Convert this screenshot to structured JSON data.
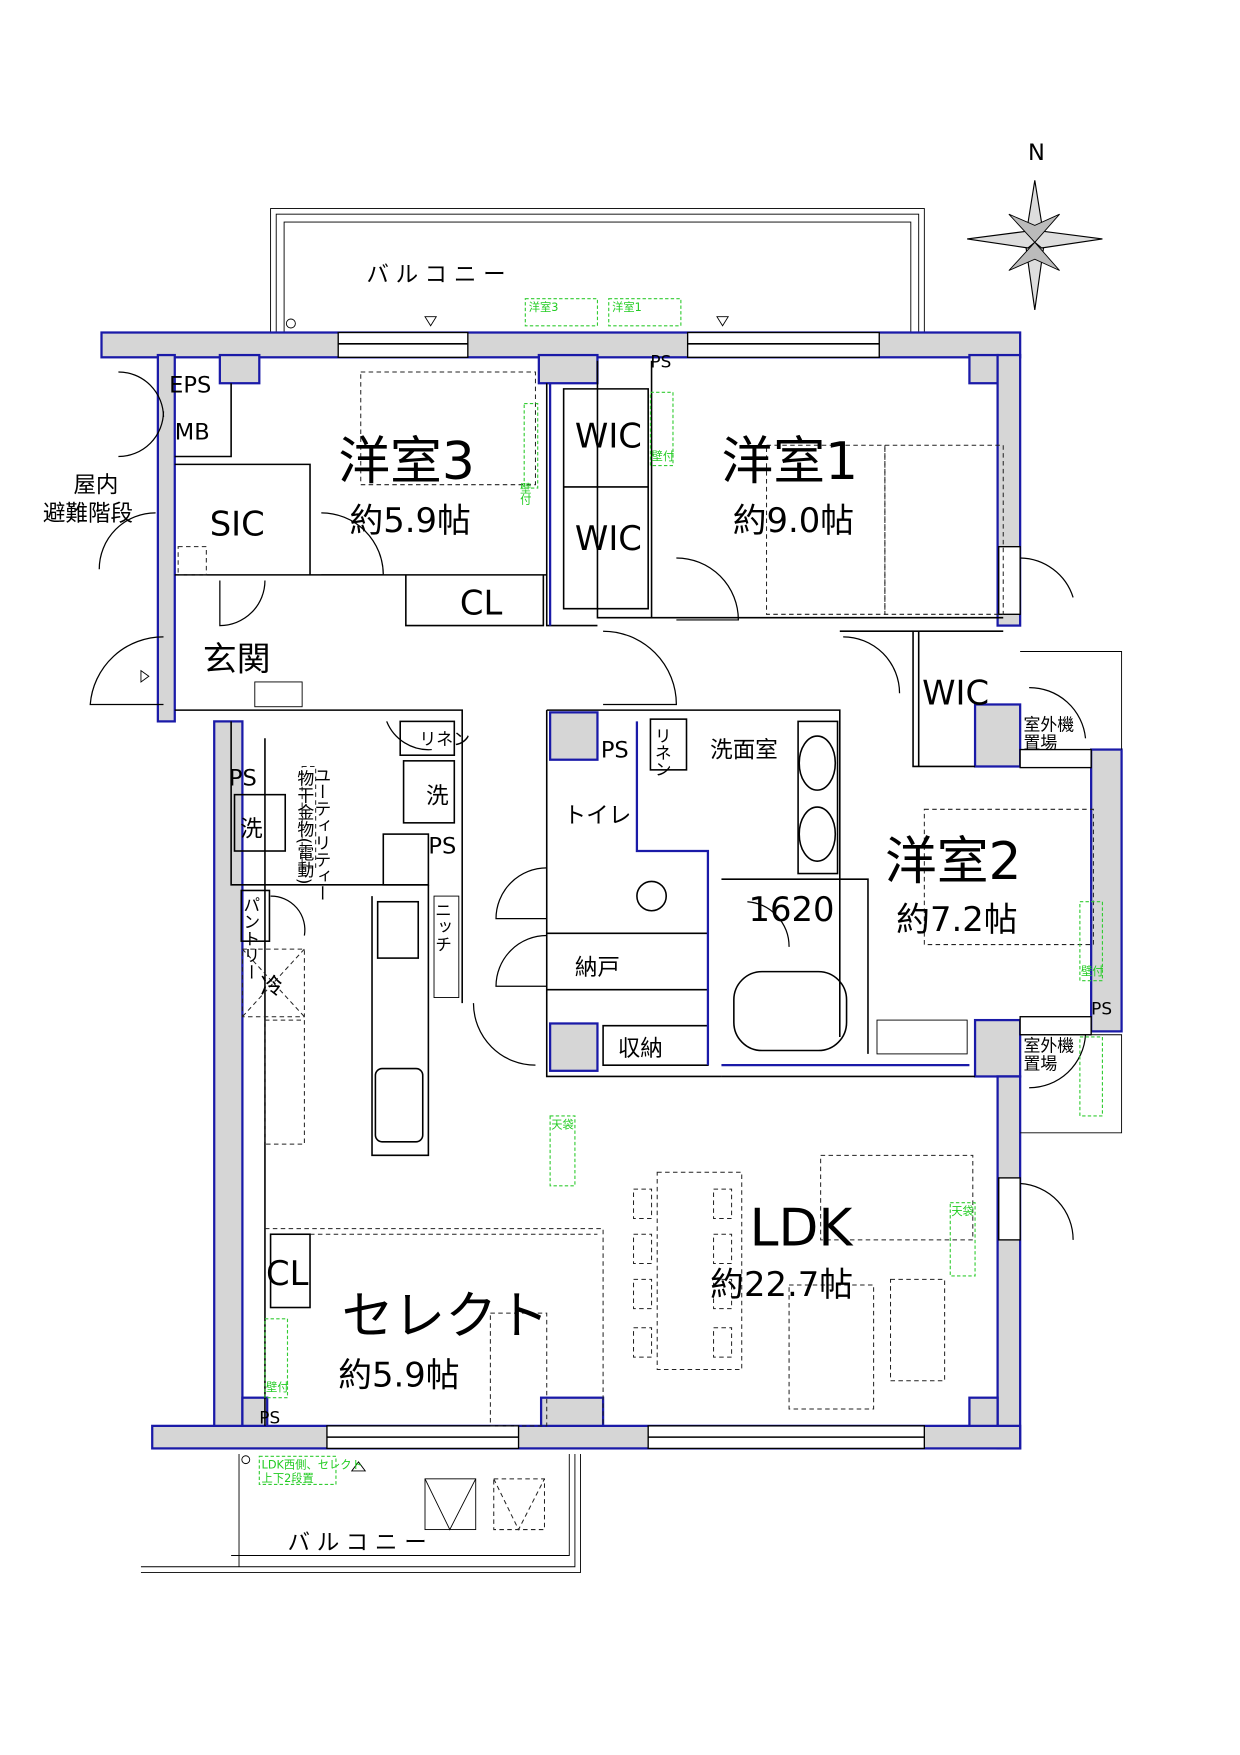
{
  "compass": {
    "north_label": "N"
  },
  "balconies": {
    "north": "バルコニー",
    "south": "バルコニー"
  },
  "rooms": {
    "western3": {
      "name": "洋室3",
      "size": "約5.9帖"
    },
    "western1": {
      "name": "洋室1",
      "size": "約9.0帖"
    },
    "western2": {
      "name": "洋室2",
      "size": "約7.2帖"
    },
    "ldk": {
      "name": "LDK",
      "size": "約22.7帖"
    },
    "select": {
      "name": "セレクト",
      "size": "約5.9帖"
    }
  },
  "spaces": {
    "eps": "EPS",
    "mb": "MB",
    "stairs_line1": "屋内",
    "stairs_line2": "避難階段",
    "sic": "SIC",
    "entrance": "玄関",
    "wic_a": "WIC",
    "wic_b": "WIC",
    "wic_c": "WIC",
    "cl_western3": "CL",
    "cl_select": "CL",
    "linen_utility": "リネン",
    "linen_washroom": "リネン",
    "washroom": "洗面室",
    "toilet": "トイレ",
    "storeroom": "納戸",
    "storage": "収納",
    "utility": "ユーティリティー",
    "utility_note": "物干金物(電動)",
    "washer_a": "洗",
    "washer_b": "洗",
    "pantry": "パントリー",
    "fridge": "冷",
    "niche": "ニッチ",
    "bath": "1620",
    "outdoor_unit_a_1": "室外機",
    "outdoor_unit_a_2": "置場",
    "outdoor_unit_b_1": "室外機",
    "outdoor_unit_b_2": "置場",
    "ps": [
      "PS",
      "PS",
      "PS",
      "PS",
      "PS",
      "PS"
    ]
  },
  "notes": {
    "balcony_w3": "洋室3",
    "balcony_w1": "洋室1",
    "wall_mount_a": "壁付",
    "wall_mount_b": "壁付",
    "wall_mount_c": "壁付",
    "wall_mount_d": "壁付",
    "ceiling_a": "天袋",
    "ceiling_b": "天袋",
    "south_note_1": "LDK西側、セレクト",
    "south_note_2": "上下2段置"
  }
}
